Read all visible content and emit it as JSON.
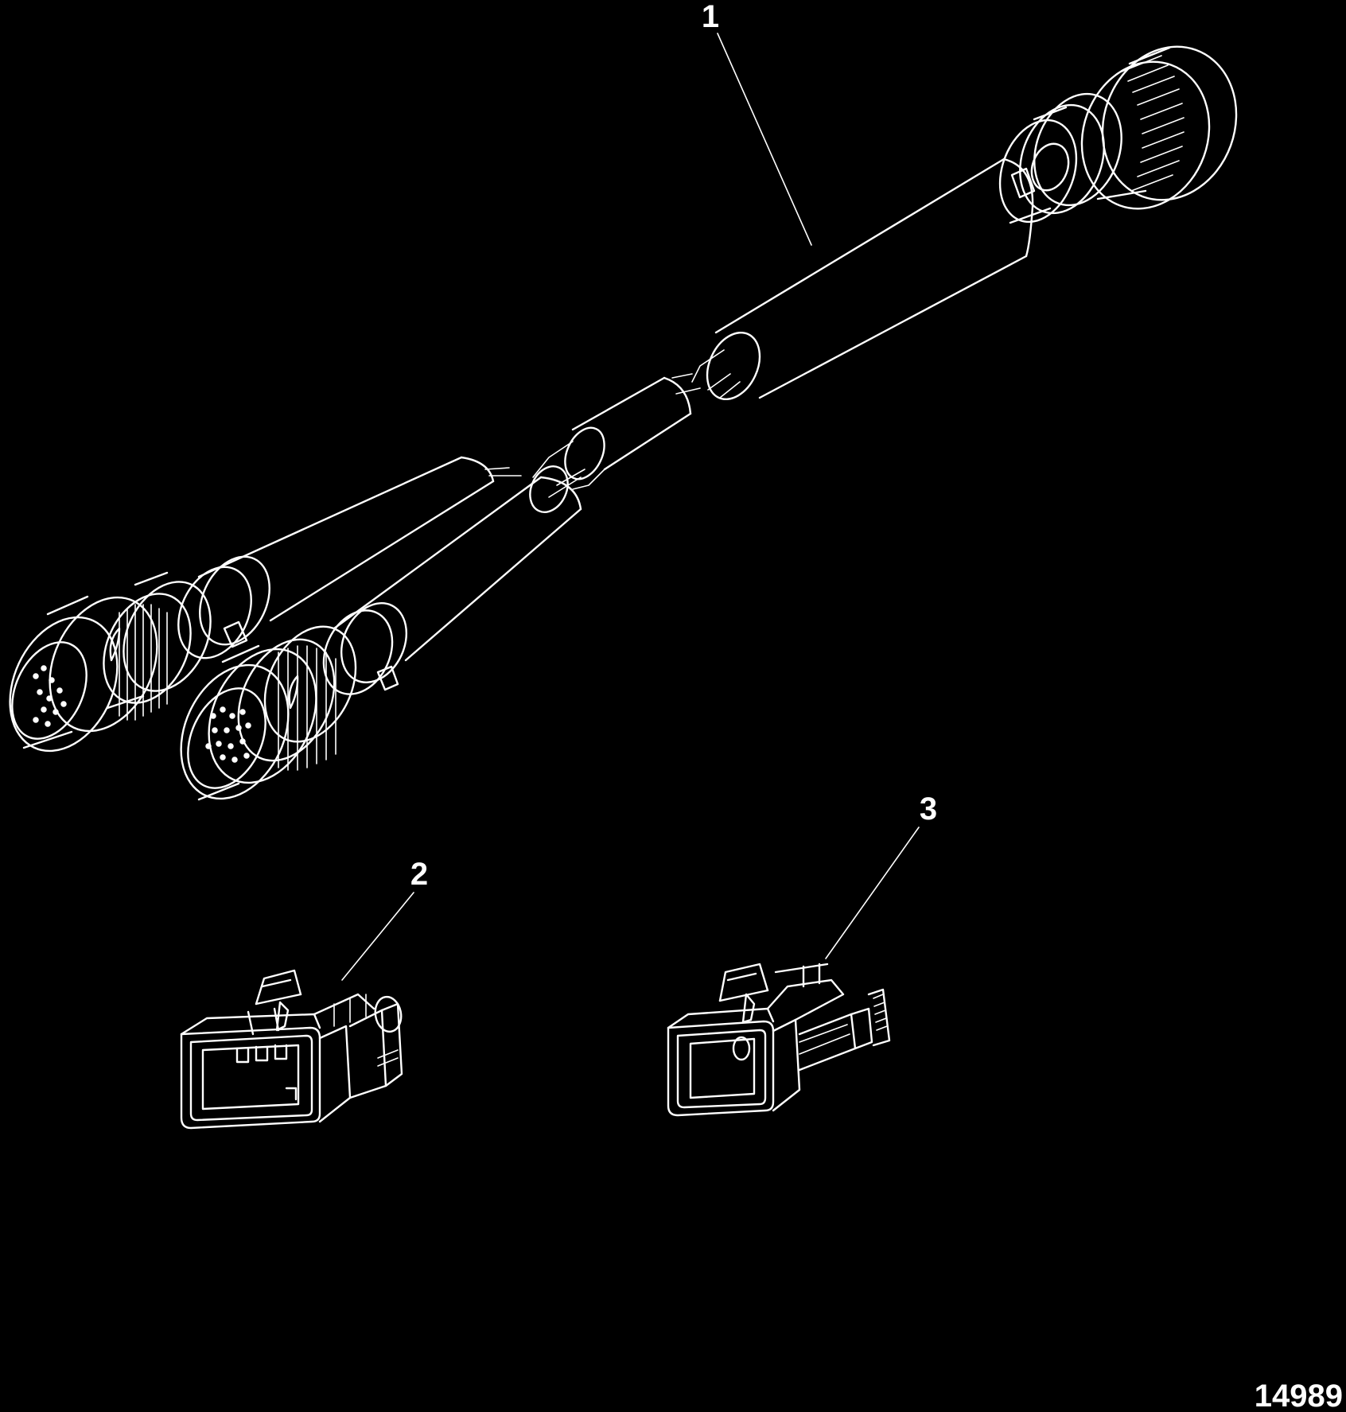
{
  "callouts": [
    {
      "id": "1"
    },
    {
      "id": "2"
    },
    {
      "id": "3"
    }
  ],
  "figure_id": "14989",
  "colors": {
    "background": "#000000",
    "line": "#ffffff"
  }
}
